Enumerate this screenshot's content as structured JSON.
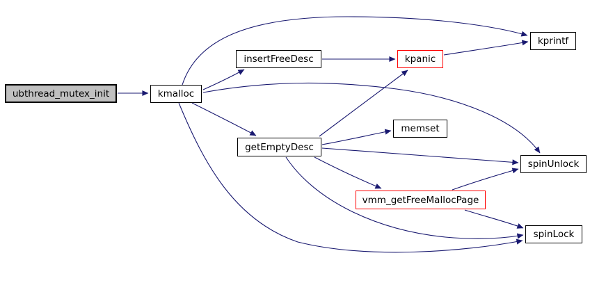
{
  "graph": {
    "kind": "call-graph",
    "root_function": "ubthread_mutex_init",
    "colors": {
      "edge": "#191970",
      "node_border": "#000000",
      "truncated_node_border": "#ff0000",
      "root_node_fill": "#c0c0c0",
      "node_fill": "#ffffff",
      "background": "#ffffff",
      "label_text": "#000000"
    },
    "nodes": [
      {
        "id": "ubthread_mutex_init",
        "label": "ubthread_mutex_init",
        "kind": "root"
      },
      {
        "id": "kmalloc",
        "label": "kmalloc",
        "kind": "normal"
      },
      {
        "id": "insertFreeDesc",
        "label": "insertFreeDesc",
        "kind": "normal"
      },
      {
        "id": "kpanic",
        "label": "kpanic",
        "kind": "truncated"
      },
      {
        "id": "kprintf",
        "label": "kprintf",
        "kind": "normal"
      },
      {
        "id": "memset",
        "label": "memset",
        "kind": "normal"
      },
      {
        "id": "getEmptyDesc",
        "label": "getEmptyDesc",
        "kind": "normal"
      },
      {
        "id": "spinUnlock",
        "label": "spinUnlock",
        "kind": "normal"
      },
      {
        "id": "vmm_getFreeMallocPage",
        "label": "vmm_getFreeMallocPage",
        "kind": "truncated"
      },
      {
        "id": "spinLock",
        "label": "spinLock",
        "kind": "normal"
      }
    ],
    "edges": [
      {
        "from": "ubthread_mutex_init",
        "to": "kmalloc"
      },
      {
        "from": "kmalloc",
        "to": "insertFreeDesc"
      },
      {
        "from": "kmalloc",
        "to": "kprintf"
      },
      {
        "from": "kmalloc",
        "to": "getEmptyDesc"
      },
      {
        "from": "kmalloc",
        "to": "spinUnlock"
      },
      {
        "from": "kmalloc",
        "to": "spinLock"
      },
      {
        "from": "insertFreeDesc",
        "to": "kpanic"
      },
      {
        "from": "kpanic",
        "to": "kprintf"
      },
      {
        "from": "getEmptyDesc",
        "to": "kpanic"
      },
      {
        "from": "getEmptyDesc",
        "to": "memset"
      },
      {
        "from": "getEmptyDesc",
        "to": "spinUnlock"
      },
      {
        "from": "getEmptyDesc",
        "to": "vmm_getFreeMallocPage"
      },
      {
        "from": "getEmptyDesc",
        "to": "spinLock"
      },
      {
        "from": "vmm_getFreeMallocPage",
        "to": "spinUnlock"
      },
      {
        "from": "vmm_getFreeMallocPage",
        "to": "spinLock"
      }
    ]
  }
}
